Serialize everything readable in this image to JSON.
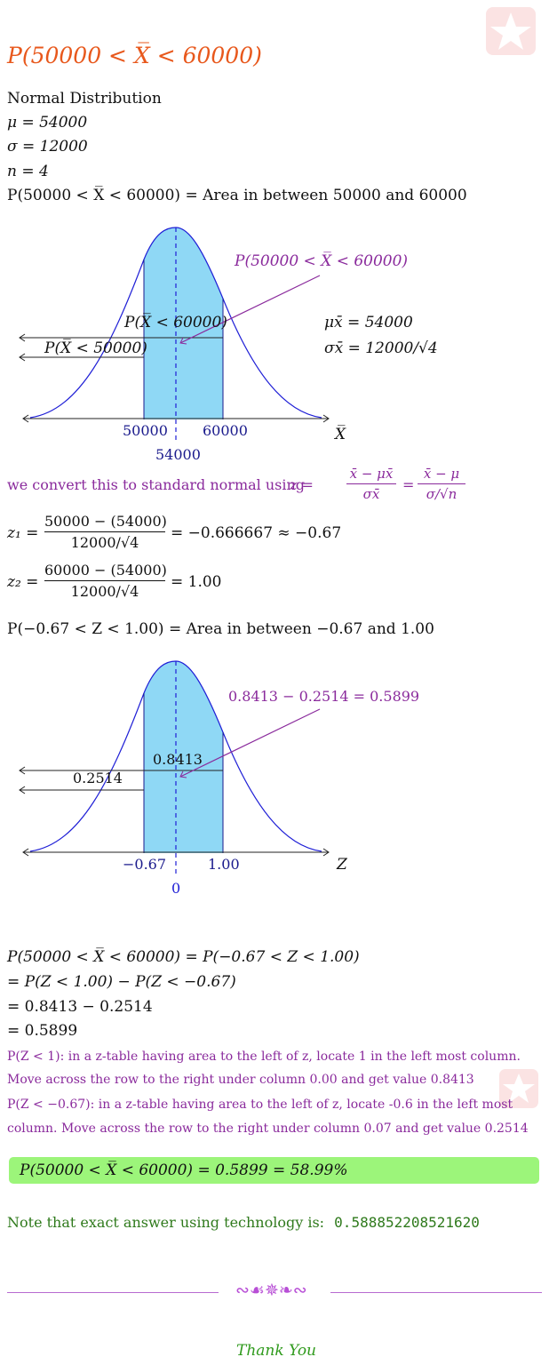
{
  "title": "P(50000 < X̅ < 60000)",
  "given": {
    "distribution": "Normal Distribution",
    "mu": "μ = 54000",
    "sigma": "σ = 12000",
    "n": "n = 4",
    "statement": "P(50000 < X̅ < 60000) = Area in between 50000 and 60000"
  },
  "graph1": {
    "top_label": "P(50000 < X̅ < 60000)",
    "inner_label": "P(X̅ < 60000)",
    "left_label": "P(X̅ < 50000)",
    "mu_xbar": "μx̄ = 54000",
    "sigma_xbar": "σx̄ = 12000/√4",
    "tick_left": "50000",
    "tick_right": "60000",
    "tick_mid": "54000",
    "axis_label": "X̅"
  },
  "convert": {
    "text": "we convert this to standard normal using",
    "formula_lhs": "z =",
    "frac1_num": "x̄ − μx̄",
    "frac1_den": "σx̄",
    "eq": "=",
    "frac2_num": "x̄ − μ",
    "frac2_den": "σ/√n"
  },
  "z1": {
    "lhs": "z₁ =",
    "num": "50000 − (54000)",
    "den": "12000/√4",
    "rhs": "= −0.666667 ≈ −0.67"
  },
  "z2": {
    "lhs": "z₂ =",
    "num": "60000 − (54000)",
    "den": "12000/√4",
    "rhs": "= 1.00"
  },
  "zstatement": "P(−0.67 < Z < 1.00) = Area in between −0.67 and 1.00",
  "graph2": {
    "top_label": "0.8413 − 0.2514 = 0.5899",
    "inner_label": "0.8413",
    "left_label": "0.2514",
    "tick_left": "−0.67",
    "tick_right": "1.00",
    "tick_mid": "0",
    "axis_label": "Z"
  },
  "steps": [
    "P(50000 < X̅ < 60000) = P(−0.67 < Z < 1.00)",
    "= P(Z < 1.00) − P(Z < −0.67)",
    "= 0.8413 − 0.2514",
    "= 0.5899"
  ],
  "notes": [
    "P(Z < 1): in a z-table having area to the left of z, locate 1 in the left most column.",
    "Move across the row to the right under column 0.00 and get value 0.8413",
    "P(Z < −0.67): in a z-table having area to the left of z, locate -0.6 in the left most",
    "column. Move across the row to the right under column 0.07 and get value 0.2514"
  ],
  "result": "P(50000 < X̅ < 60000) = 0.5899 = 58.99%",
  "exact": {
    "text": "Note that exact answer using technology is:",
    "value": "0.588852208521620"
  },
  "footer": {
    "ornament": "∾☙✵❧∾",
    "thanks": "Thank You"
  },
  "colors": {
    "title": "#e8581c",
    "accent": "#8a2a9c",
    "curve": "#1f1fd6",
    "shade": "#8fd8f5",
    "result_bg": "#9cf57a",
    "note_green": "#2f7a1c"
  }
}
